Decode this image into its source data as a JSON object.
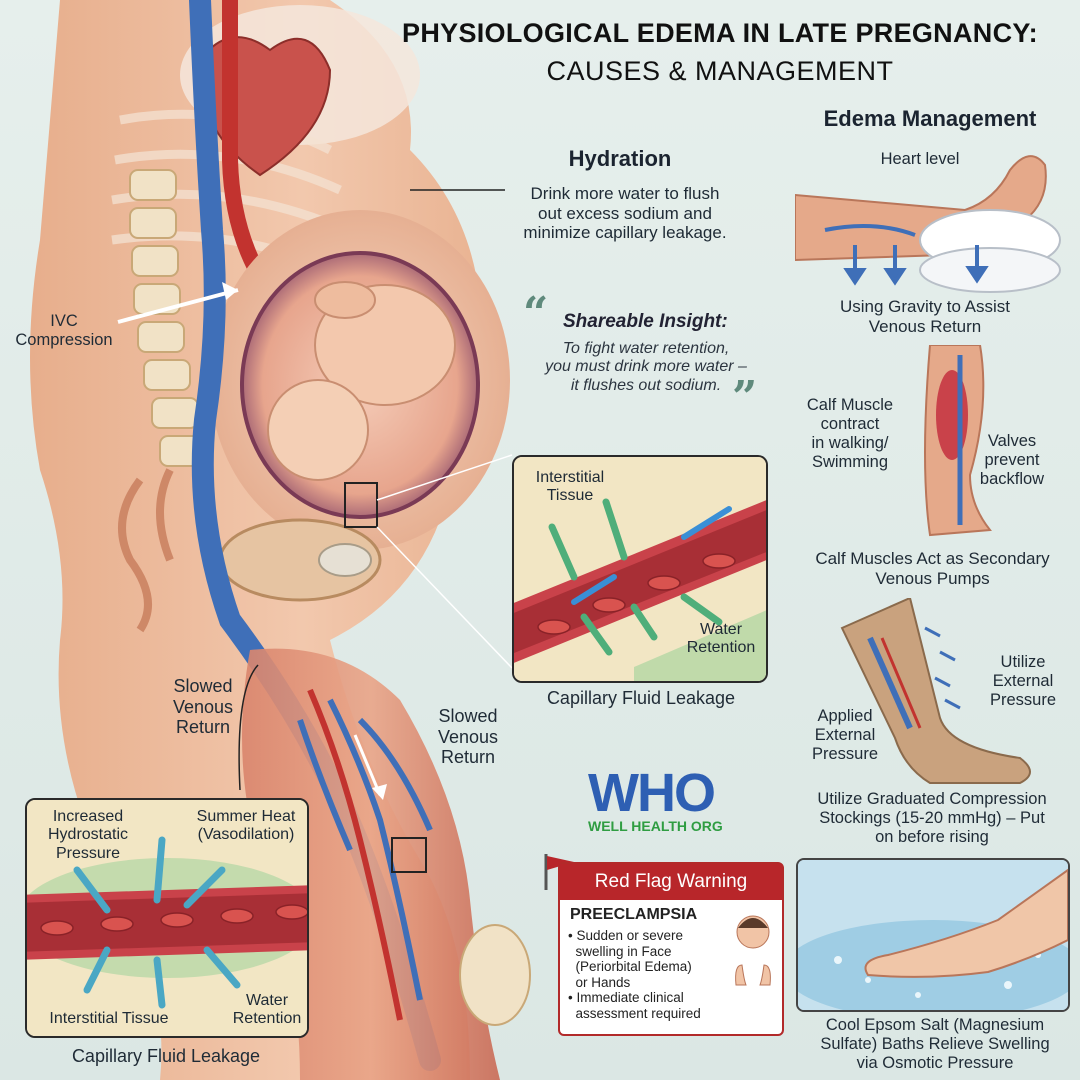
{
  "title": {
    "line1": "PHYSIOLOGICAL EDEMA IN LATE PREGNANCY:",
    "line2": "CAUSES & MANAGEMENT"
  },
  "left_labels": {
    "ivc": "IVC\nCompression",
    "slowed_left": "Slowed\nVenous\nReturn",
    "slowed_right": "Slowed\nVenous\nReturn"
  },
  "hydration": {
    "heading": "Hydration",
    "body": "Drink more water to flush\nout excess sodium and\nminimize capillary leakage."
  },
  "insight": {
    "title": "Shareable Insight:",
    "body": "To fight water retention,\nyou must drink more water –\nit flushes out sodium."
  },
  "capillary_panel_right": {
    "interstitial": "Interstitial\nTissue",
    "water": "Water\nRetention",
    "caption": "Capillary Fluid Leakage"
  },
  "capillary_panel_left": {
    "pressure": "Increased\nHydrostatic\nPressure",
    "heat": "Summer Heat\n(Vasodilation)",
    "interstitial": "Interstitial Tissue",
    "water": "Water\nRetention",
    "caption": "Capillary Fluid Leakage"
  },
  "management": {
    "heading": "Edema Management",
    "heart_level": "Heart level",
    "gravity": "Using Gravity to Assist\nVenous Return",
    "calf_label": "Calf Muscle\ncontract\nin walking/\nSwimming",
    "valves_label": "Valves\nprevent\nbackflow",
    "calf_caption": "Calf Muscles Act as Secondary\nVenous Pumps",
    "utilize_pressure": "Utilize\nExternal\nPressure",
    "applied_pressure": "Applied\nExternal\nPressure",
    "stockings_caption": "Utilize Graduated Compression\nStockings (15-20 mmHg) – Put\non before rising",
    "bath_caption": "Cool Epsom Salt (Magnesium\nSulfate) Baths Relieve Swelling\nvia Osmotic Pressure"
  },
  "logo": {
    "letters": "WHO",
    "subtitle": "WELL HEALTH ORG"
  },
  "red_flag": {
    "header": "Red Flag Warning",
    "condition": "PREECLAMPSIA",
    "bullet1": "• Sudden or severe\n  swelling in Face\n  (Periorbital Edema)\n  or Hands",
    "bullet2": "• Immediate clinical\n  assessment required"
  },
  "colors": {
    "vein_blue": "#3f6fb8",
    "artery_red": "#c2332f",
    "skin": "#e9b89a",
    "arrow_green": "#4fae7a",
    "arrow_blue": "#3a8fd6",
    "flag_red": "#b8262a"
  }
}
